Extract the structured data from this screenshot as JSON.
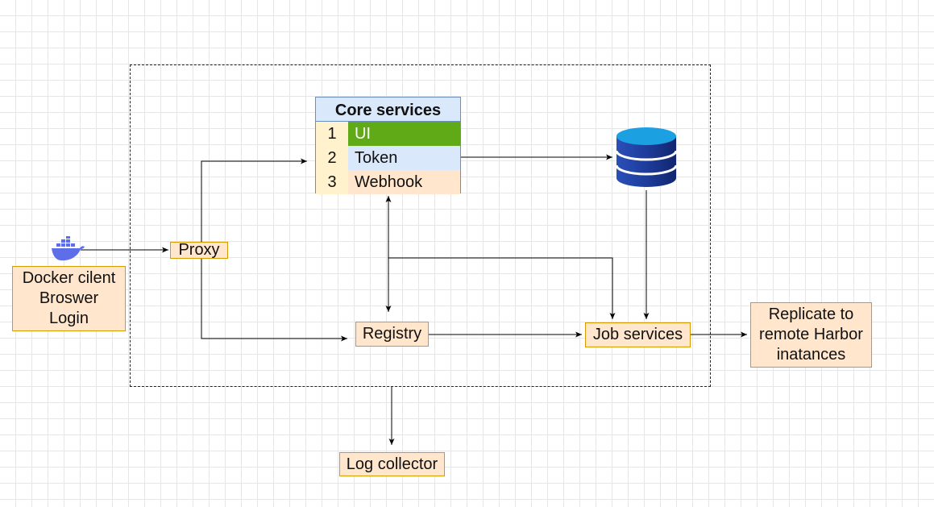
{
  "core_services": {
    "title": "Core services",
    "rows": [
      {
        "num": "1",
        "label": "UI",
        "color": "#60a917",
        "text_color": "#ffffff"
      },
      {
        "num": "2",
        "label": "Token",
        "color": "#dae8fc",
        "text_color": "#111111"
      },
      {
        "num": "3",
        "label": "Webhook",
        "color": "#ffe6cc",
        "text_color": "#111111"
      }
    ]
  },
  "nodes": {
    "proxy": "Proxy",
    "registry": "Registry",
    "job_services": "Job services",
    "log_collector": "Log collector",
    "client": {
      "line1": "Docker cilent",
      "line2": "Broswer",
      "line3": "Login"
    },
    "replicate": {
      "line1": "Replicate to",
      "line2": "remote Harbor",
      "line3": "inatances"
    }
  },
  "icons": {
    "client_icon": "docker-whale-icon",
    "db_icon": "database-icon"
  },
  "colors": {
    "box_fill": "#ffe6cc",
    "box_stroke": "#d79b00",
    "header_fill": "#dae8fc",
    "number_fill": "#fff2cc",
    "db_top": "#1ba1e2",
    "db_body": "#1d3c9c",
    "docker_blue": "#5e6ee8"
  }
}
